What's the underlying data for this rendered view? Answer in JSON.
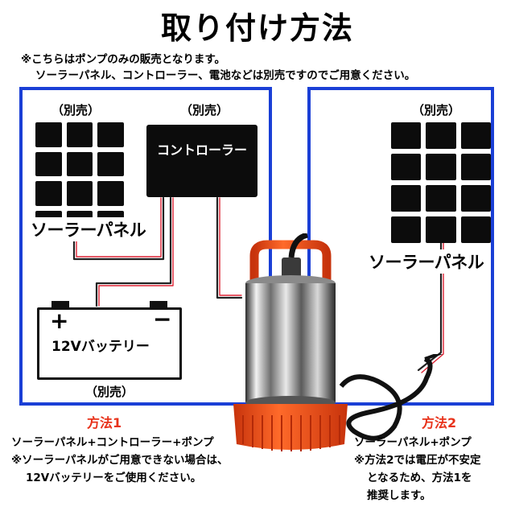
{
  "title": "取り付け方法",
  "notes": {
    "line1": "※こちらはポンプのみの販売となります。",
    "line2": "ソーラーパネル、コントローラー、電池などは別売ですのでご用意ください。"
  },
  "left_box": {
    "panel_tag": "（別売）",
    "panel_label": "ソーラーパネル",
    "controller_tag": "（別売）",
    "controller_label": "コントローラー",
    "battery_label": "12Vバッテリー",
    "battery_tag": "（別売）",
    "battery_plus": "+",
    "battery_minus": "−"
  },
  "right_box": {
    "panel_tag": "（別売）",
    "panel_label": "ソーラーパネル"
  },
  "method1": {
    "title": "方法1",
    "lines": [
      "ソーラーパネル+コントローラー+ポンプ",
      "※ソーラーパネルがご用意できない場合は、",
      "12Vバッテリーをご使用ください。"
    ]
  },
  "method2": {
    "title": "方法2",
    "lines": [
      "ソーラーパネル+ポンプ",
      "※方法2では電圧が不安定",
      "となるため、方法1を",
      "推奨します。"
    ]
  },
  "colors": {
    "frame": "#1a3fd6",
    "accent": "#e8321a",
    "pump_orange": "#ff5a1f"
  }
}
